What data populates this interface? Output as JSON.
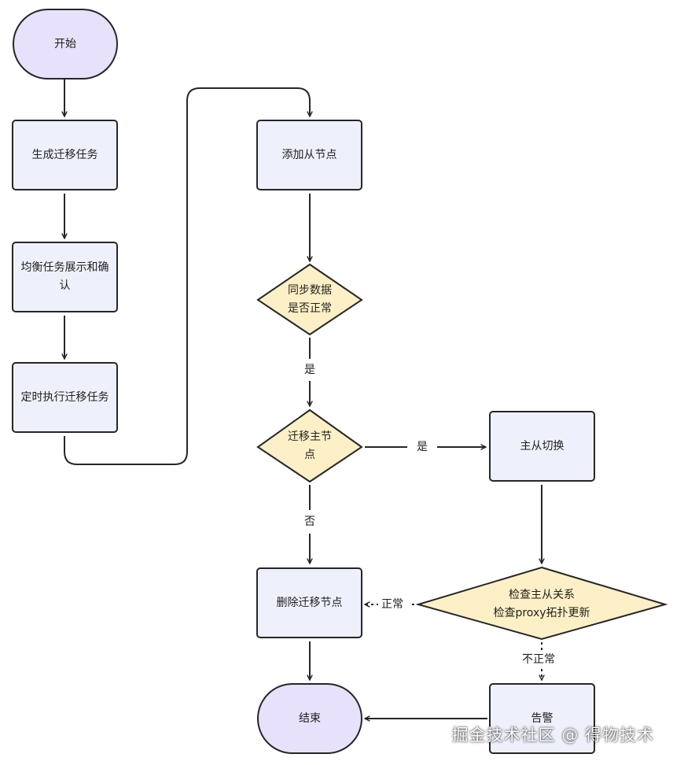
{
  "nodes": {
    "start": "开始",
    "gen_task": "生成迁移任务",
    "balance_show": "均衡任务展示和确认",
    "timed_exec": "定时执行迁移任务",
    "add_slave": "添加从节点",
    "sync_check_line1": "同步数据",
    "sync_check_line2": "是否正常",
    "migrate_master_line1": "迁移主节",
    "migrate_master_line2": "点",
    "master_slave_switch": "主从切换",
    "delete_node": "删除迁移节点",
    "check_line1": "检查主从关系",
    "check_line2": "检查proxy拓扑更新",
    "alarm": "告警",
    "end": "结束"
  },
  "edge_labels": {
    "sync_yes": "是",
    "migrate_yes": "是",
    "migrate_no": "否",
    "check_normal": "正常",
    "check_abnormal": "不正常"
  },
  "watermark": "掘金技术社区 @ 得物技术",
  "colors": {
    "box_fill": "#eef1fb",
    "terminal_fill": "#e8e1fb",
    "decision_fill": "#fdf0c6",
    "stroke": "#262626"
  }
}
